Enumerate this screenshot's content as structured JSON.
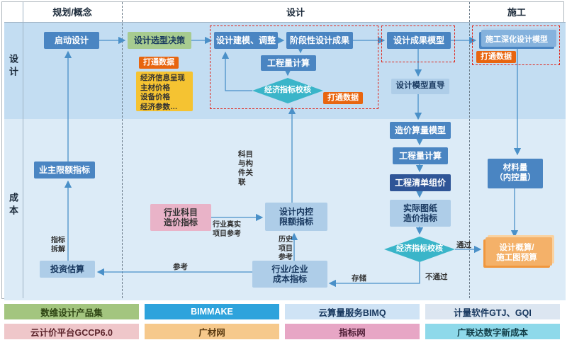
{
  "header": {
    "planning": "规划/概念",
    "design": "设计",
    "construction": "施工"
  },
  "row_labels": {
    "design": "设计",
    "cost": "成本"
  },
  "nodes": {
    "start_design": "启动设计",
    "design_selection": "设计选型决策",
    "design_modeling": "设计建模、调整",
    "phased_results": "阶段性设计成果",
    "quantity_calc_top": "工程量计算",
    "economic_check_top": "经济指标校核",
    "design_result_model": "设计成果模型",
    "construction_model": "施工深化设计模型",
    "data_link_1": "打通数据",
    "data_link_2": "打通数据",
    "data_link_3": "打通数据",
    "economic_info_lines": [
      "经济信息呈现",
      "主材价格",
      "设备价格",
      "经济参数…"
    ],
    "model_direct": "设计模型直导",
    "owner_limit": "业主限额指标",
    "investment_estimate": "投资估算",
    "industry_subject": [
      "行业科目",
      "造价指标"
    ],
    "design_internal": [
      "设计内控",
      "限额指标"
    ],
    "industry_enterprise": [
      "行业/企业",
      "成本指标"
    ],
    "cost_model": "造价算量模型",
    "quantity_calc_bottom": "工程量计算",
    "list_pricing": "工程清单组价",
    "actual_drawing": [
      "实际图纸",
      "造价指标"
    ],
    "economic_check_bottom": "经济指标校核",
    "material_quantity": [
      "材料量",
      "（内控量）"
    ],
    "design_budget": [
      "设计概算/",
      "施工图预算"
    ]
  },
  "edge_labels": {
    "subject_component": "科目与构件关联",
    "industry_real": "行业真实项目参考",
    "history_ref": "历史项目参考",
    "indicator_split": "指标拆解",
    "reference": "参考",
    "store": "存储",
    "pass": "通过",
    "fail": "不通过"
  },
  "legend": {
    "row1": [
      {
        "label": "数维设计产品集"
      },
      {
        "label": "BIMMAKE"
      },
      {
        "label": "云算量服务BIMQ"
      },
      {
        "label": "计量软件GTJ、GQI"
      }
    ],
    "row2": [
      {
        "label": "云计价平台GCCP6.0"
      },
      {
        "label": "广材网"
      },
      {
        "label": "指标网"
      },
      {
        "label": "广联达数字新成本"
      }
    ]
  },
  "colors": {
    "band_design": "#c3ddf2",
    "band_cost": "#dcebf7",
    "box_blue": "#4a85c2",
    "box_dark_blue": "#2f5597",
    "box_light_blue": "#aecde8",
    "diamond_teal": "#3ab5c9",
    "box_green": "#a7cb90",
    "box_yellow": "#f5c332",
    "box_pink": "#e9b3c8",
    "tag_orange": "#e8650f",
    "box_orange": "#f0973e",
    "arrow_blue": "#4a90c8",
    "red_dash": "#e02318",
    "legend_green": "#a3c57f",
    "legend_blue": "#2ea3dc",
    "legend_lightblue": "#cfe3f5",
    "legend_gray": "#dce6f1",
    "legend_red": "#efc7ca",
    "legend_tan": "#f6c98c",
    "legend_pink": "#e7a6c5",
    "legend_cyan": "#8ed9ea"
  }
}
